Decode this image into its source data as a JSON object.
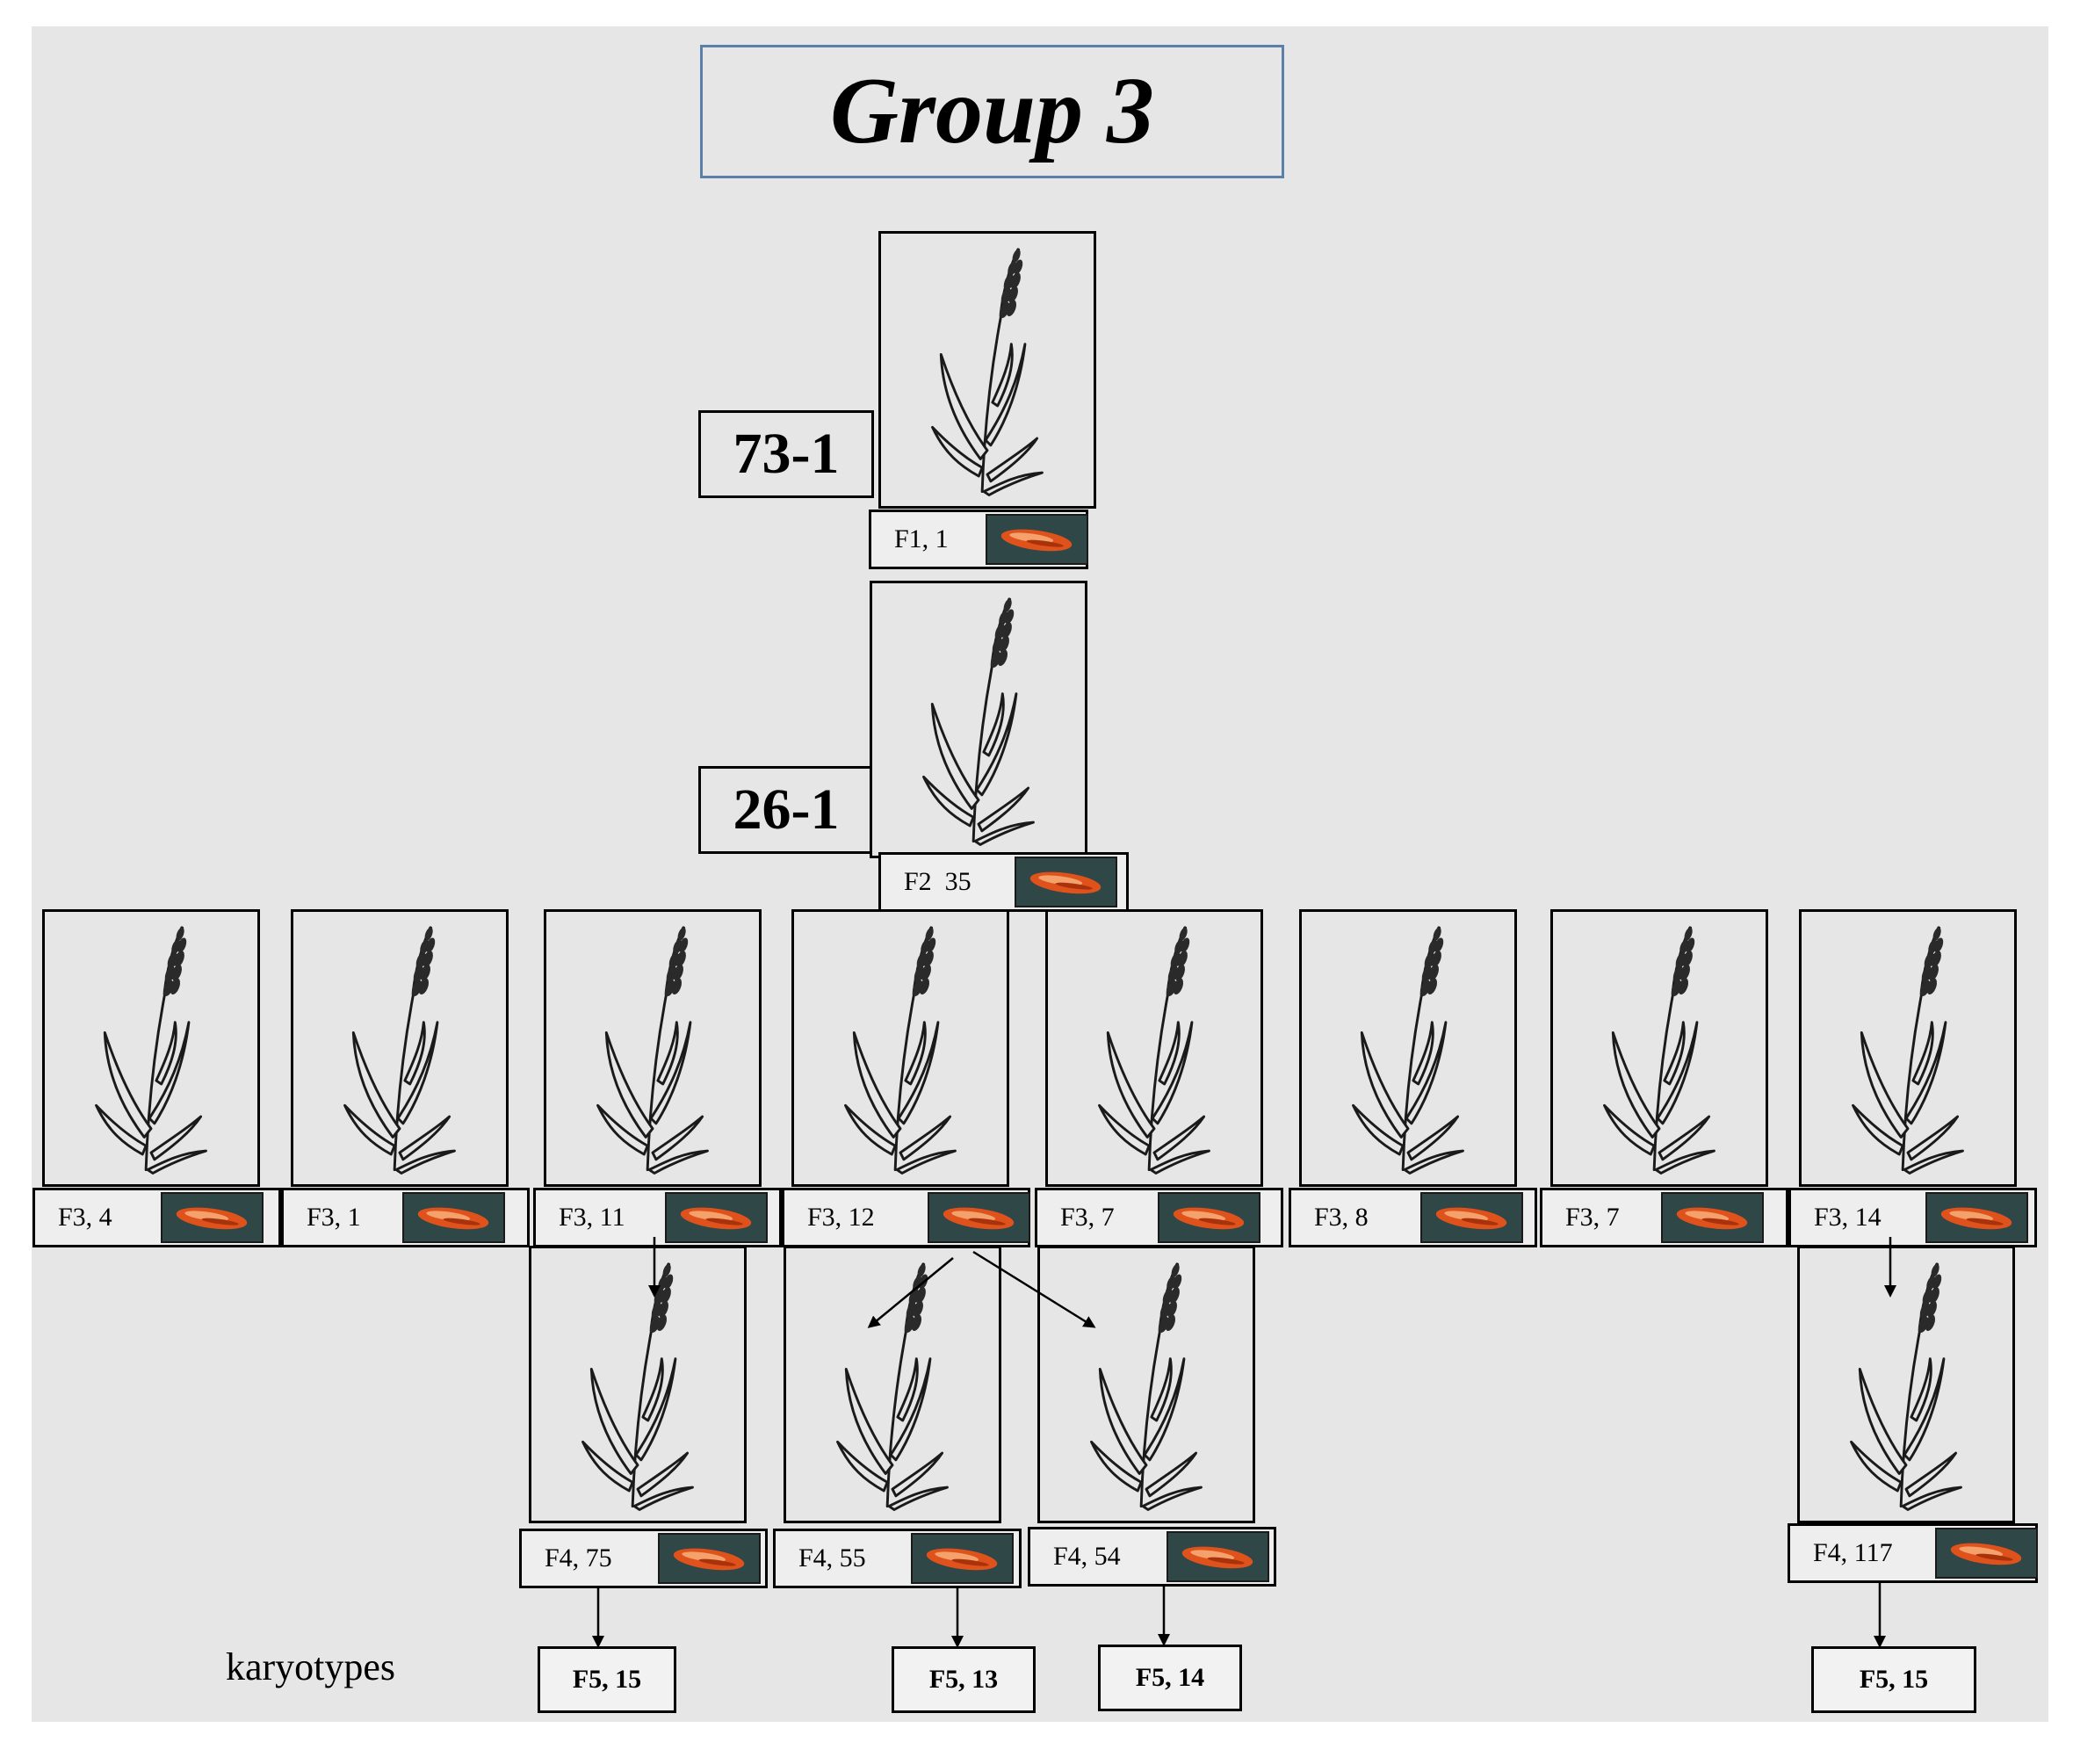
{
  "title": "Group 3",
  "parents": [
    "73-1",
    "26-1"
  ],
  "generations": {
    "f1": "F1, 1",
    "f2": "F2  35",
    "f3": [
      "F3, 4",
      "F3, 1",
      "F3, 11",
      "F3, 12",
      "F3, 7",
      "F3, 8",
      "F3, 7",
      "F3, 14"
    ],
    "f4": [
      "F4, 75",
      "F4, 55",
      "F4, 54",
      "F4, 117"
    ],
    "f5": [
      "F5, 15",
      "F5, 13",
      "F5, 14",
      "F5, 15"
    ]
  },
  "row_label": "karyotypes",
  "colors": {
    "background": "#e6e6e6",
    "title_border": "#5b7fa6",
    "seed_background": "#2f4746",
    "seed_color": "#e0521c"
  },
  "icons": [
    "wheat-plant-icon",
    "seed-icon",
    "arrow-down-icon"
  ]
}
